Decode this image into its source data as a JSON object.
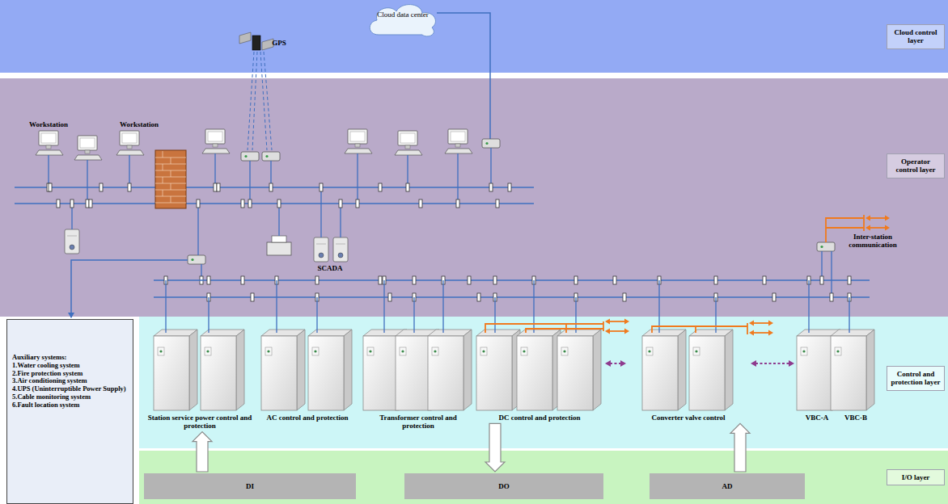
{
  "diagram": {
    "nodes": [
      {
        "text": [
          "Cloud control layer"
        ]
      },
      {
        "text": [
          "Cloud data center"
        ],
        "in": 0
      },
      {
        "text": [
          "Operator control layer"
        ]
      },
      {
        "text": [
          "Control and protection layer"
        ]
      },
      {
        "text": [
          "Station service power control and protection"
        ],
        "in": 3
      },
      {
        "text": [
          "AC control and protection"
        ],
        "in": 3
      },
      {
        "text": [
          "Transformer control and protection"
        ],
        "in": 3
      },
      {
        "text": [
          "DC control and protection"
        ],
        "in": 3
      },
      {
        "text": [
          "Converter valve control"
        ],
        "in": 3
      },
      {
        "text": [
          "VBC-A",
          "VBC-B"
        ],
        "in": 3
      },
      {
        "text": [
          "I/O layer"
        ]
      },
      {
        "text": [
          "DI"
        ],
        "in": 10
      },
      {
        "text": [
          "DO"
        ],
        "in": 10
      },
      {
        "text": [
          "AD"
        ],
        "in": 10
      },
      {
        "text": [
          "Auxiliary systems:",
          "1.Water cooling system",
          "2.Fire protection system",
          "3.Air conditioning system",
          "4.UPS (Uninterruptible Power Supply)",
          "5.Cable monitoring system",
          "6.Fault location system"
        ]
      }
    ],
    "edges": [
      {
        "from": 11,
        "to": 4,
        "arrow": "to"
      },
      {
        "from": 7,
        "to": 12,
        "arrow": "to"
      },
      {
        "from": 13,
        "to": 8,
        "arrow": "to"
      },
      {
        "from": 7,
        "to": 8,
        "arrow": "both"
      },
      {
        "from": 8,
        "to": 9,
        "arrow": "both"
      }
    ],
    "labels": [
      "GPS",
      "Workstation",
      "Workstation",
      "SCADA",
      "Inter-station communication"
    ]
  }
}
